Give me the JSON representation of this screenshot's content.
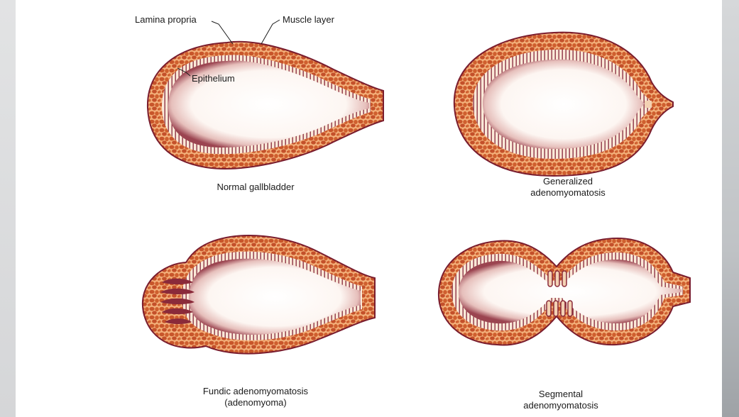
{
  "annotations": {
    "lamina_propria": "Lamina propria",
    "muscle_layer": "Muscle layer",
    "epithelium": "Epithelium"
  },
  "captions": {
    "normal": "Normal gallbladder",
    "generalized": [
      "Generalized",
      "adenomyomatosis"
    ],
    "fundic": [
      "Fundic adenomyomatosis",
      "(adenomyoma)"
    ],
    "segmental": [
      "Segmental",
      "adenomyomatosis"
    ]
  },
  "colors": {
    "wall": "#e07a3a",
    "wall_outline": "#7a1d2e",
    "cells": "#c8552a",
    "lumen_edge": "#b86a6f",
    "lamina": "#f8e8d6"
  }
}
